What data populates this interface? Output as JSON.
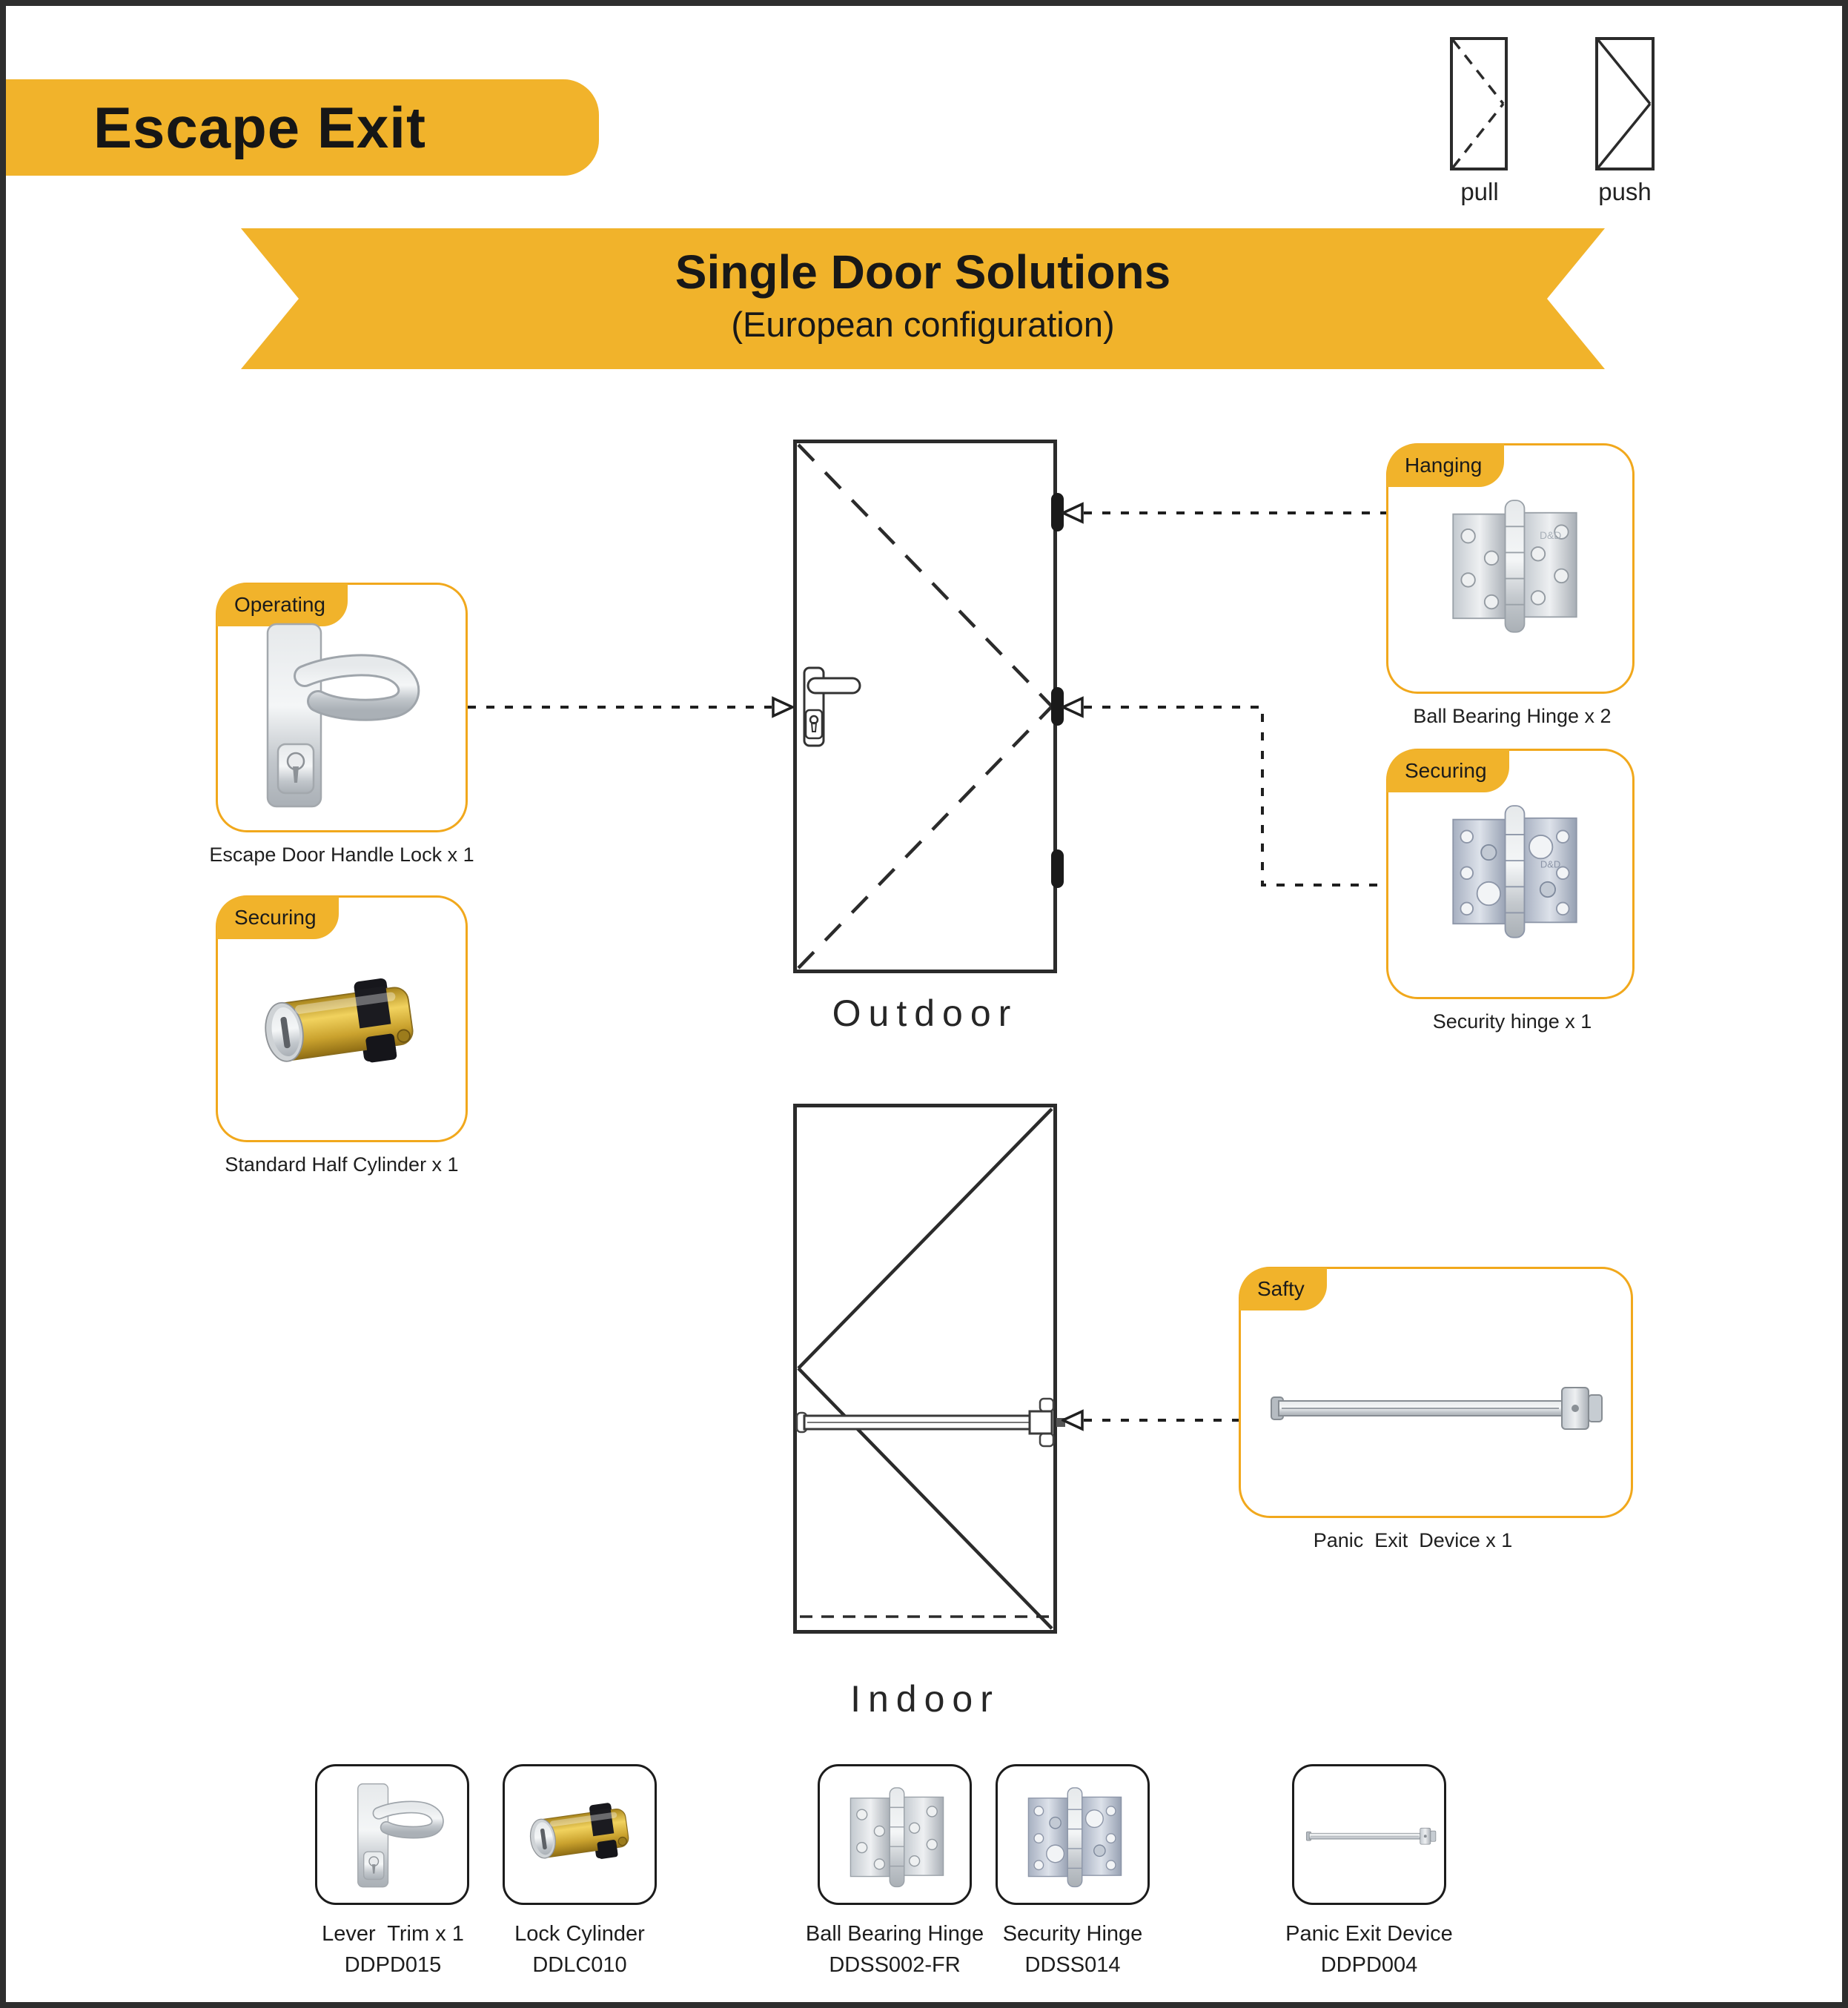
{
  "page": {
    "title": "Escape Exit",
    "accent_yellow": "#F1B32B",
    "border_color": "#2e2e2e",
    "background": "#ffffff"
  },
  "legend": {
    "pull_label": "pull",
    "push_label": "push"
  },
  "ribbon": {
    "title": "Single Door Solutions",
    "subtitle": "(European configuration)"
  },
  "diagrams": {
    "outdoor_label": "Outdoor",
    "indoor_label": "Indoor"
  },
  "callouts": [
    {
      "tab": "Operating",
      "caption": "Escape Door Handle Lock x 1",
      "image": "lever-handle"
    },
    {
      "tab": "Securing",
      "caption": "Standard Half Cylinder x 1",
      "image": "half-cylinder"
    },
    {
      "tab": "Hanging",
      "caption": "Ball Bearing Hinge x 2",
      "image": "ball-bearing-hinge",
      "brand": "D&D"
    },
    {
      "tab": "Securing",
      "caption": "Security hinge x 1",
      "image": "security-hinge",
      "brand": "D&D"
    },
    {
      "tab": "Safty",
      "caption": "Panic  Exit  Device x 1",
      "image": "panic-exit-device"
    }
  ],
  "products": [
    {
      "name": "Lever  Trim x 1",
      "code": "DDPD015"
    },
    {
      "name": "Lock Cylinder",
      "code": "DDLC010"
    },
    {
      "name": "Ball Bearing Hinge",
      "code": "DDSS002-FR"
    },
    {
      "name": "Security Hinge",
      "code": "DDSS014"
    },
    {
      "name": "Panic Exit Device",
      "code": "DDPD004"
    }
  ]
}
